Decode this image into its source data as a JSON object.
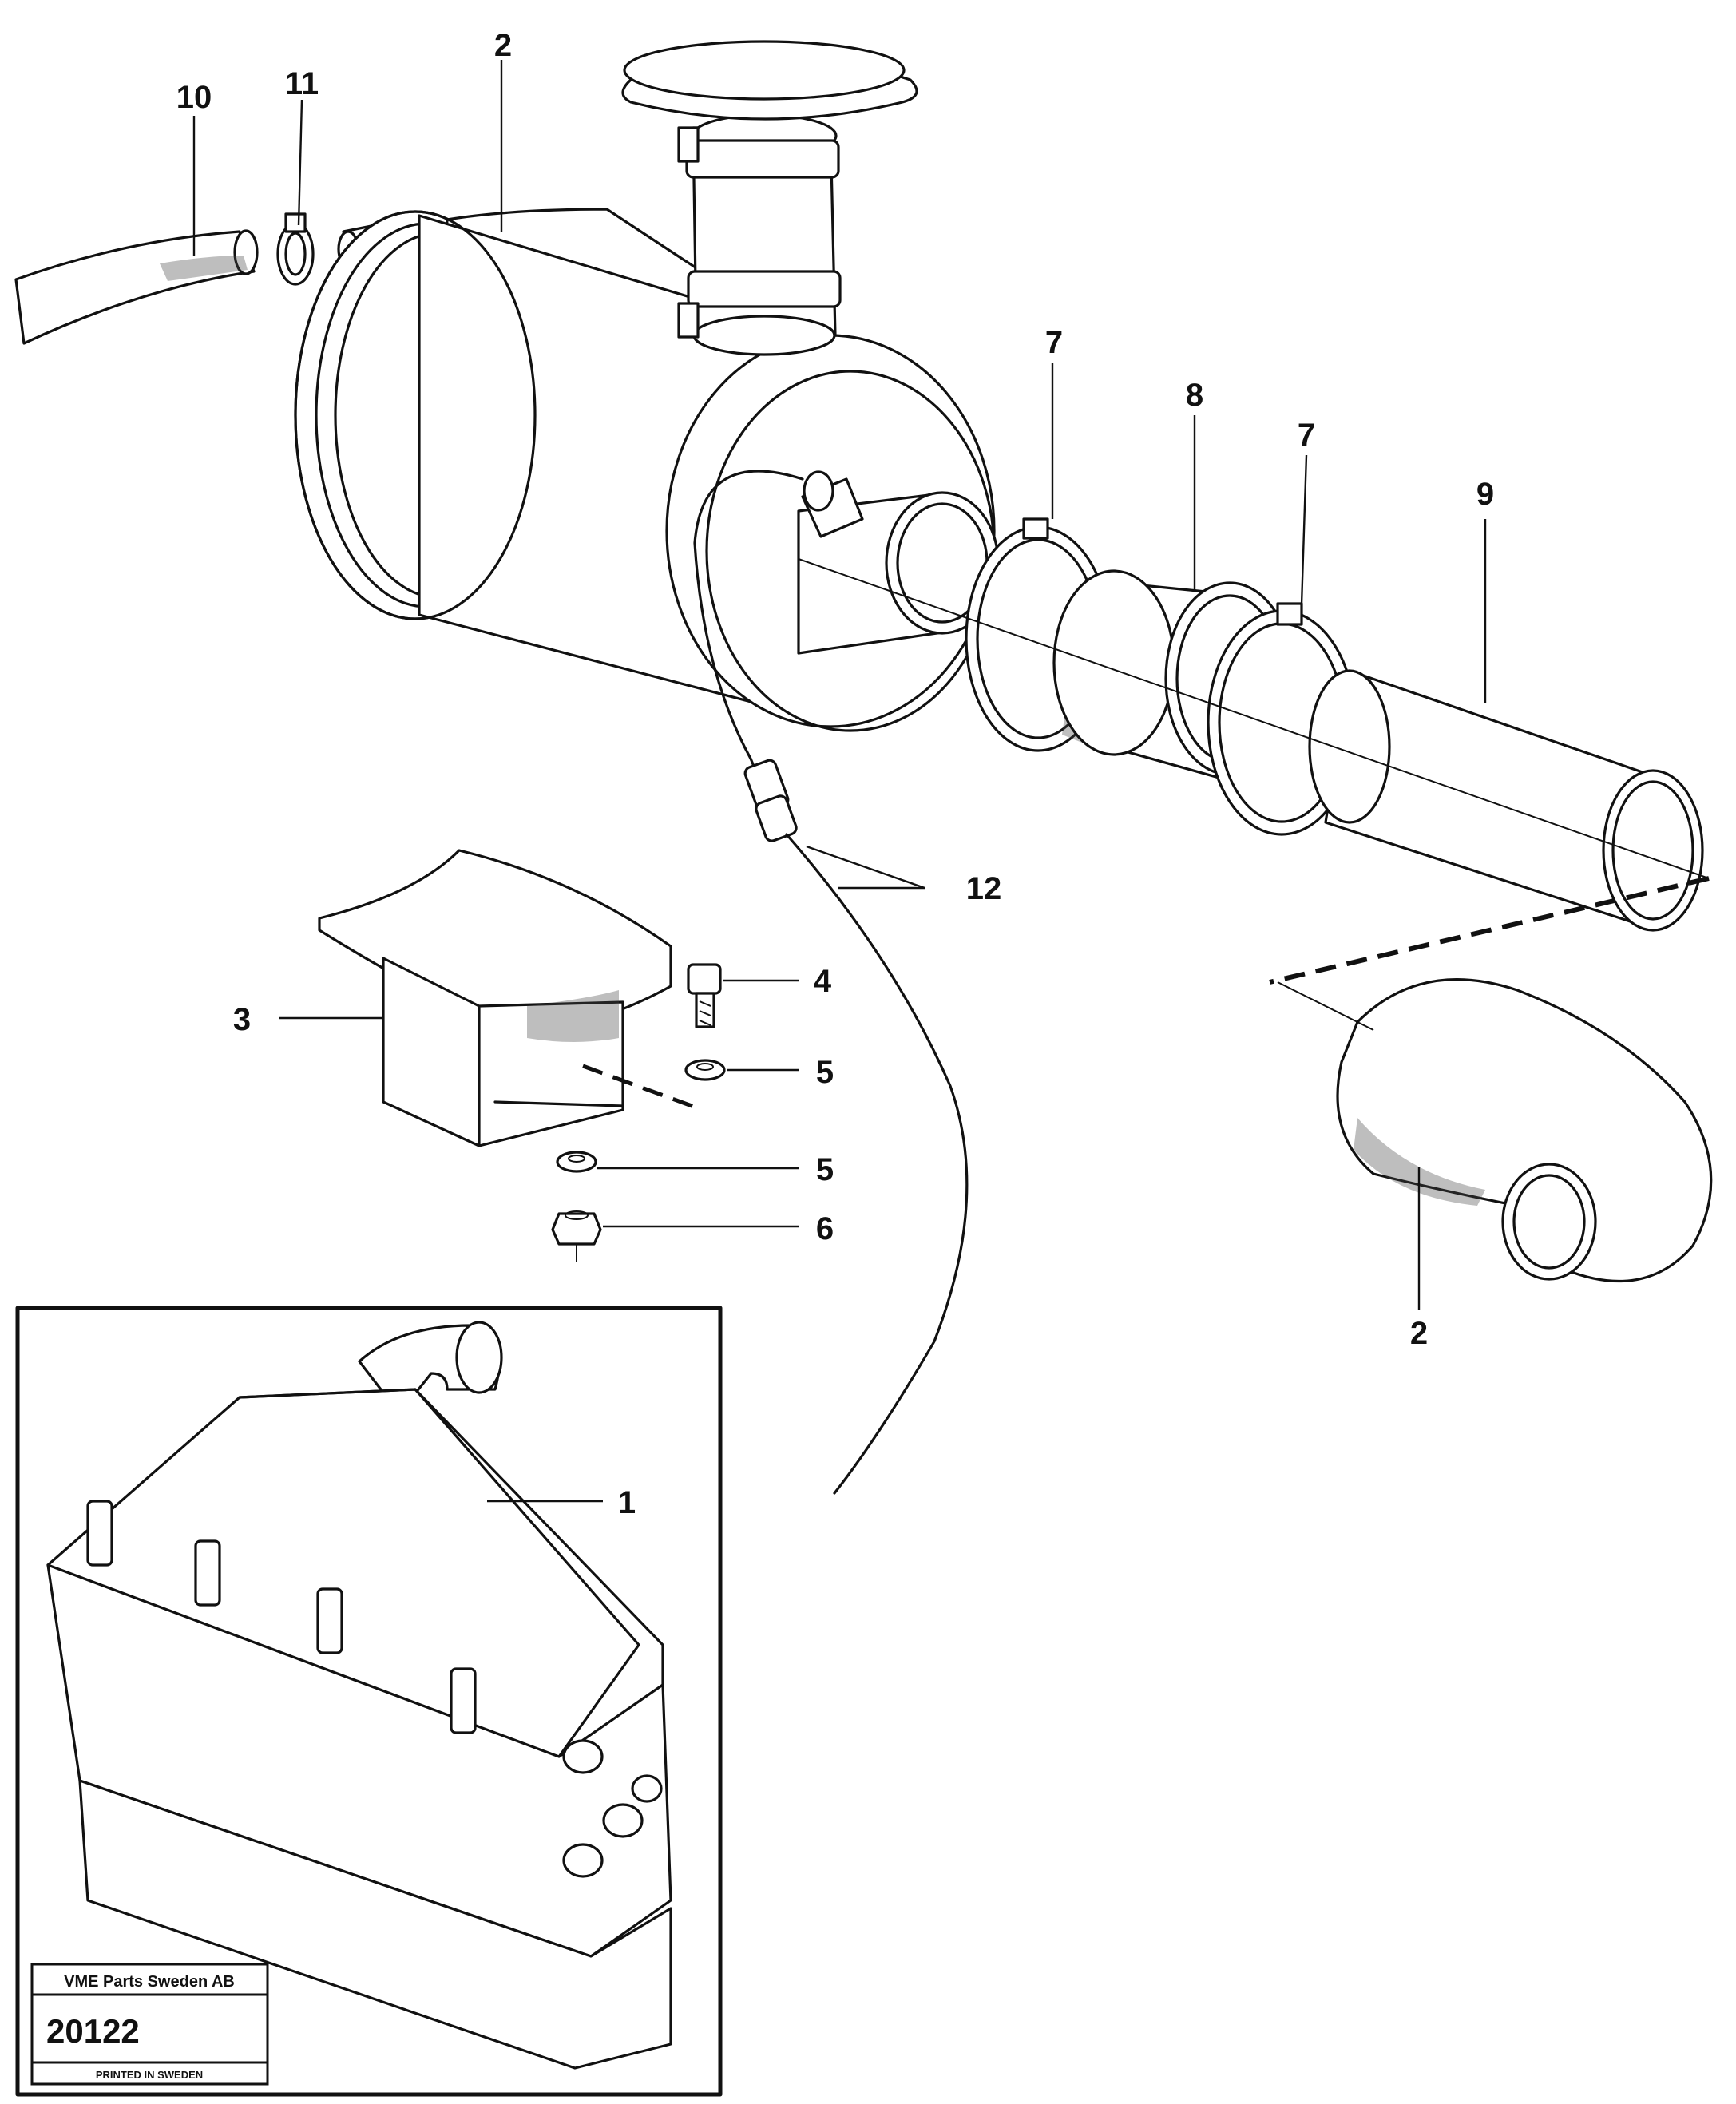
{
  "callouts": {
    "c1": "1",
    "c2_top": "2",
    "c2_bottom": "2",
    "c3": "3",
    "c4": "4",
    "c5_upper": "5",
    "c5_lower": "5",
    "c6": "6",
    "c7_left": "7",
    "c7_right": "7",
    "c8": "8",
    "c9": "9",
    "c10": "10",
    "c11": "11",
    "c12": "12"
  },
  "stamp": {
    "company": "VME Parts Sweden AB",
    "number": "20122",
    "origin": "PRINTED IN SWEDEN"
  },
  "colors": {
    "ink": "#111111",
    "paper": "#ffffff"
  }
}
